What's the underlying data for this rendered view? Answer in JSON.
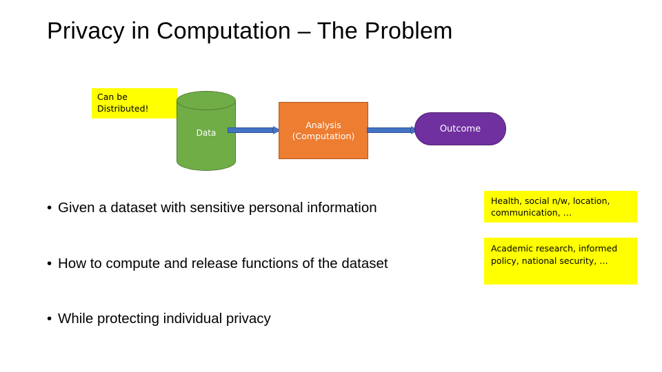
{
  "slide": {
    "title": "Privacy in Computation – The Problem"
  },
  "diagram": {
    "callout_distributed": "Can be Distributed!",
    "data_label": "Data",
    "analysis_label_line1": "Analysis",
    "analysis_label_line2": "(Computation)",
    "outcome_label": "Outcome",
    "colors": {
      "cylinder": "#70ad47",
      "analysis_box": "#ed7d31",
      "outcome_box": "#7030a0",
      "arrow": "#4472c4",
      "note": "#ffff00"
    }
  },
  "bullets": [
    {
      "marker": "•",
      "text": "Given a dataset with sensitive personal information"
    },
    {
      "marker": "•",
      "text": "How to compute and release functions of the dataset"
    },
    {
      "marker": "•",
      "text": "While protecting individual privacy"
    }
  ],
  "notes": {
    "health": "Health, social n/w, location, communication, …",
    "academic": "Academic research, informed policy, national security, …"
  }
}
